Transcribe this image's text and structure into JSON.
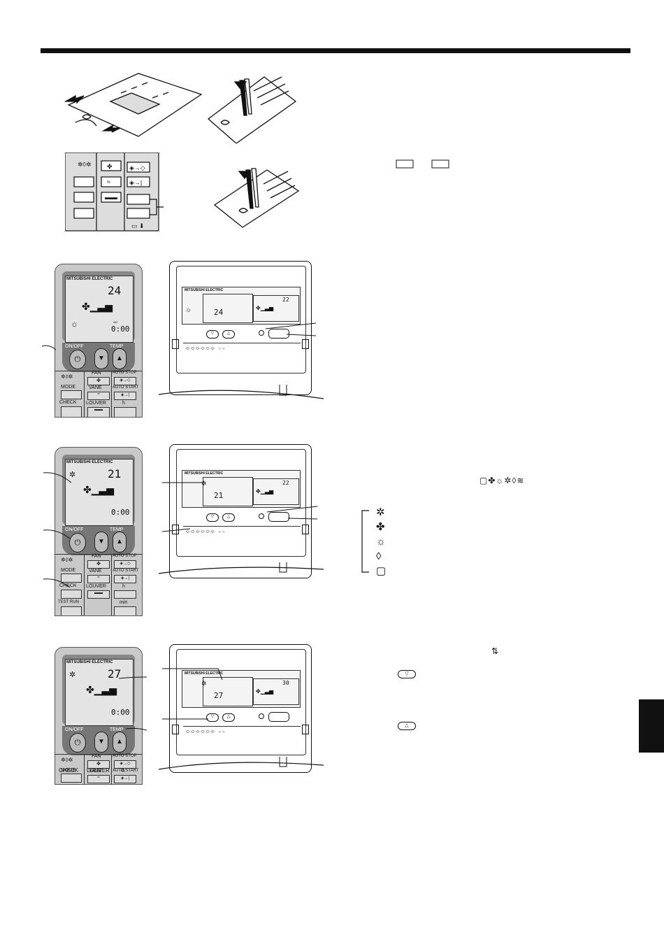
{
  "brand": "MITSUBISHI ELECTRIC",
  "wireless_remote": {
    "onoff_label": "ON/OFF",
    "temp_label": "TEMP",
    "mode_label": "MODE",
    "fan_label": "FAN",
    "vane_label": "VANE",
    "louver_label": "LOUVER",
    "check_label": "CHECK",
    "test_run_label": "TEST RUN",
    "auto_stop_label": "AUTO STOP",
    "auto_start_label": "AUTO START",
    "h_label": "h",
    "min_label": "min",
    "am_label": "AM"
  },
  "section1": {
    "temp": "24",
    "time": "0:00"
  },
  "section2": {
    "temp": "21",
    "time": "0:00",
    "wired_set": "21",
    "wired_room": "22"
  },
  "section3": {
    "temp": "27",
    "time": "0:00",
    "wired_set": "27",
    "wired_room": "30"
  },
  "wired1": {
    "set": "24",
    "room": "22"
  },
  "colors": {
    "ink": "#111111",
    "remote_body": "#c9c9c9",
    "lcd": "#e4e4e4",
    "panel": "#ffffff"
  }
}
